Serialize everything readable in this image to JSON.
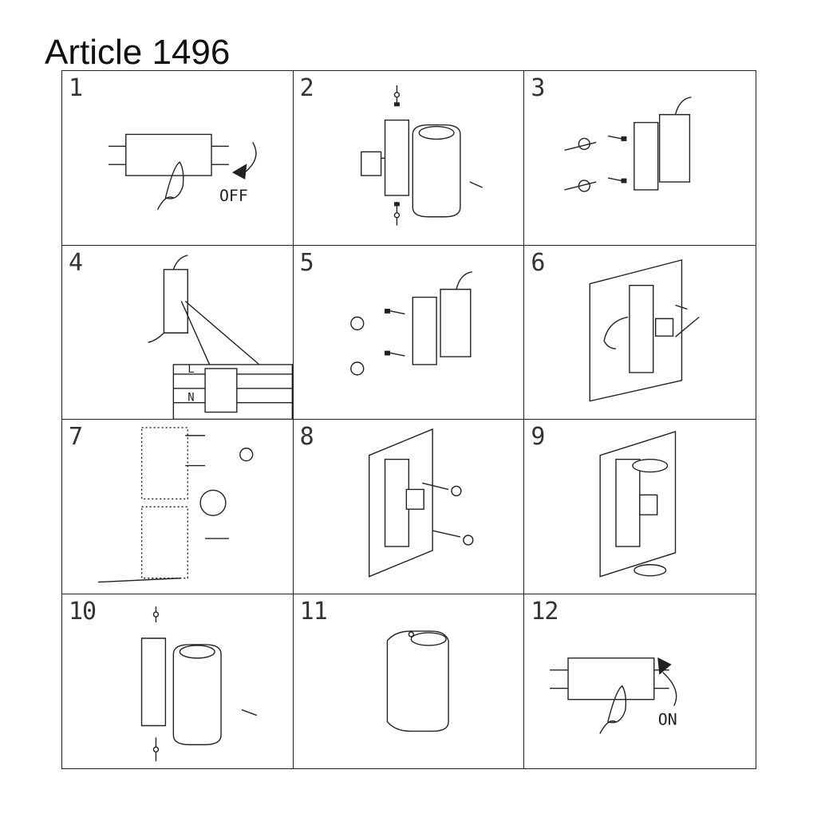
{
  "title": "Article 1496",
  "steps": [
    {
      "number": "1",
      "label": "OFF"
    },
    {
      "number": "2"
    },
    {
      "number": "3"
    },
    {
      "number": "4",
      "terminal_labels": [
        "L",
        "N"
      ]
    },
    {
      "number": "5"
    },
    {
      "number": "6"
    },
    {
      "number": "7"
    },
    {
      "number": "8"
    },
    {
      "number": "9"
    },
    {
      "number": "10"
    },
    {
      "number": "11"
    },
    {
      "number": "12",
      "label": "ON"
    }
  ]
}
